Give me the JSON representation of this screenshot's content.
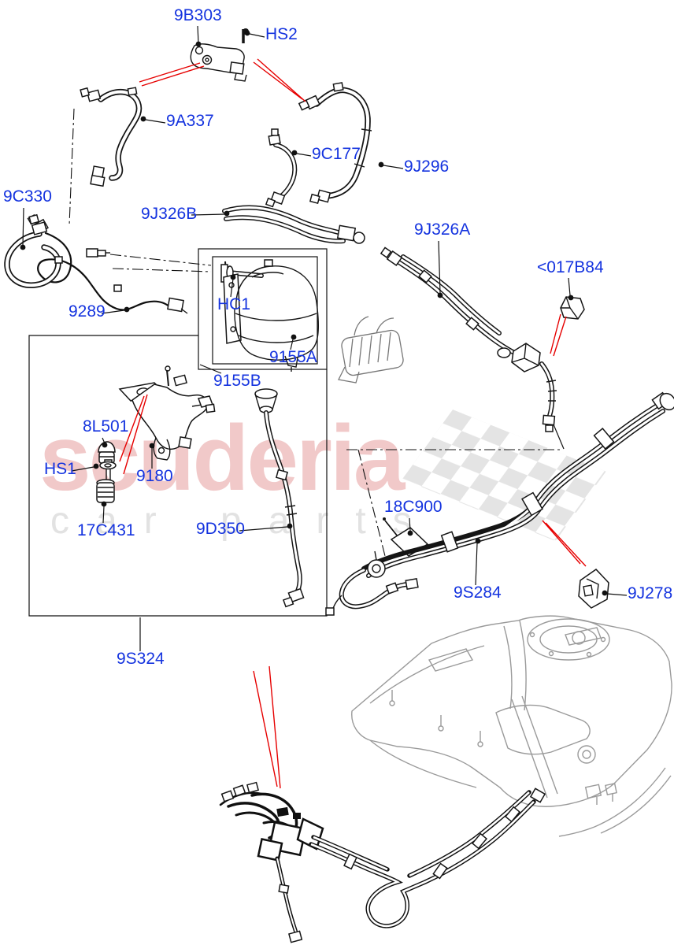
{
  "diagram": {
    "type": "exploded-parts-diagram",
    "subject": "fuel lines and fuel system components with fuel tank",
    "background_color": "#ffffff",
    "label_color": "#1433df",
    "leader_line_color": "#111111",
    "pointer_line_color": "#e60000",
    "artwork_color": "#151515",
    "tank_line_color": "#9a9a9a"
  },
  "watermark": {
    "brand": "scuderia",
    "tagline": "car parts",
    "brand_color": "rgba(214,96,96,0.34)",
    "tagline_color": "#e2e2e2",
    "flag_color": "#e4e4e4"
  },
  "labels": [
    {
      "id": "9B303",
      "text": "9B303"
    },
    {
      "id": "HS2",
      "text": "HS2"
    },
    {
      "id": "9A337",
      "text": "9A337"
    },
    {
      "id": "9C177",
      "text": "9C177"
    },
    {
      "id": "9J296",
      "text": "9J296"
    },
    {
      "id": "9C330",
      "text": "9C330"
    },
    {
      "id": "9J326B",
      "text": "9J326B"
    },
    {
      "id": "9J326A",
      "text": "9J326A"
    },
    {
      "id": "017B84",
      "text": "<017B84"
    },
    {
      "id": "HC1",
      "text": "HC1"
    },
    {
      "id": "9289",
      "text": "9289"
    },
    {
      "id": "9155A",
      "text": "9155A"
    },
    {
      "id": "9155B",
      "text": "9155B"
    },
    {
      "id": "8L501",
      "text": "8L501"
    },
    {
      "id": "HS1",
      "text": "HS1"
    },
    {
      "id": "9180",
      "text": "9180"
    },
    {
      "id": "17C431",
      "text": "17C431"
    },
    {
      "id": "9D350",
      "text": "9D350"
    },
    {
      "id": "18C900",
      "text": "18C900"
    },
    {
      "id": "9S284",
      "text": "9S284"
    },
    {
      "id": "9J278",
      "text": "9J278"
    },
    {
      "id": "9S324",
      "text": "9S324"
    }
  ]
}
